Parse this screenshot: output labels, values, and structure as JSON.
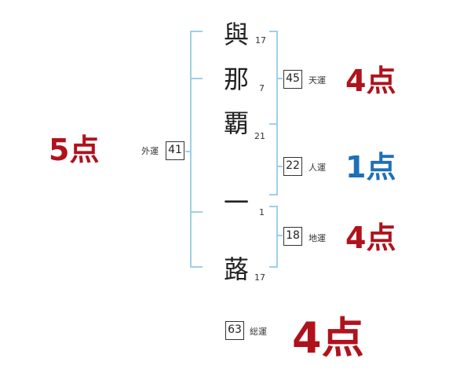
{
  "colors": {
    "bracket": "#9fcfe8",
    "red": "#b0121c",
    "blue": "#1f6fb8"
  },
  "name": {
    "chars": [
      {
        "char": "與",
        "strokes": "17"
      },
      {
        "char": "那",
        "strokes": "7"
      },
      {
        "char": "覇",
        "strokes": "21"
      },
      {
        "char": "一",
        "strokes": "1"
      },
      {
        "char": "蕗",
        "strokes": "17"
      }
    ]
  },
  "fortunes": {
    "tenkaku": {
      "value": "45",
      "label": "天運",
      "score": "4",
      "unit": "点"
    },
    "jinkaku": {
      "value": "22",
      "label": "人運",
      "score": "1",
      "unit": "点"
    },
    "chikaku": {
      "value": "18",
      "label": "地運",
      "score": "4",
      "unit": "点"
    },
    "gaikaku": {
      "value": "41",
      "label": "外運",
      "score": "5",
      "unit": "点"
    },
    "soukaku": {
      "value": "63",
      "label": "総運",
      "score": "4",
      "unit": "点"
    }
  }
}
